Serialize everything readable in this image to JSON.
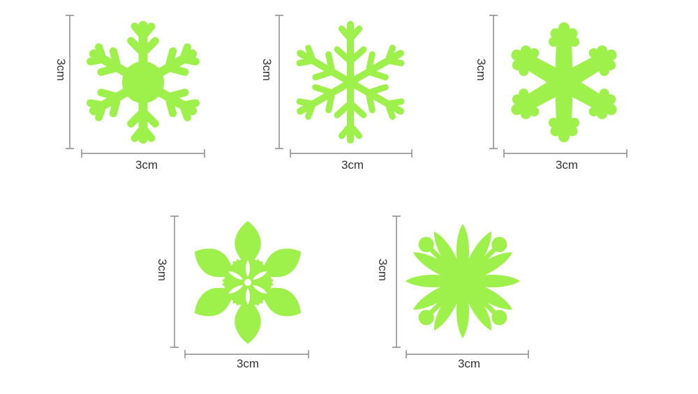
{
  "colors": {
    "flake": "#9ef04a",
    "ruler": "#8a8a8a",
    "text": "#333333",
    "background": "#ffffff"
  },
  "items": [
    {
      "shape": "branched-snowflake-round-center",
      "width_label": "3cm",
      "height_label": "3cm"
    },
    {
      "shape": "branched-snowflake-fine",
      "width_label": "3cm",
      "height_label": "3cm"
    },
    {
      "shape": "bold-star-snowflake-scalloped",
      "width_label": "3cm",
      "height_label": "3cm"
    },
    {
      "shape": "leaf-snowflake-cutout",
      "width_label": "3cm",
      "height_label": "3cm"
    },
    {
      "shape": "petal-flower-snowflake",
      "width_label": "3cm",
      "height_label": "3cm"
    }
  ]
}
